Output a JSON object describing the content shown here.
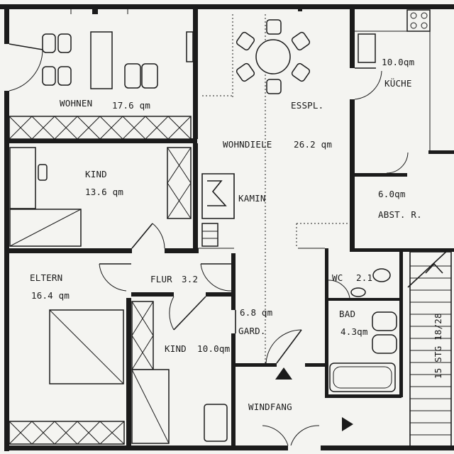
{
  "plan": {
    "rooms": {
      "wohnen": {
        "name": "WOHNEN",
        "area": "17.6 qm"
      },
      "esspl": {
        "name": "ESSPL."
      },
      "wohndiele": {
        "name": "WOHNDIELE",
        "area": "26.2 qm"
      },
      "kueche": {
        "name": "KÜCHE",
        "area": "10.0qm"
      },
      "kind1": {
        "name": "KIND",
        "area": "13.6 qm"
      },
      "kamin": {
        "name": "KAMIN"
      },
      "abstr": {
        "name": "ABST. R.",
        "area": "6.0qm"
      },
      "eltern": {
        "name": "ELTERN",
        "area": "16.4 qm"
      },
      "flur": {
        "name": "FLUR",
        "area": "3.2"
      },
      "wc": {
        "name": "WC",
        "area": "2.1"
      },
      "bad": {
        "name": "BAD",
        "area": "4.3qm"
      },
      "gard": {
        "name": "GARD.",
        "area": "6.8 qm"
      },
      "kind2": {
        "name": "KIND",
        "area": "10.0qm"
      },
      "windfang": {
        "name": "WINDFANG"
      }
    },
    "stair_note": "15 STG 18/28"
  }
}
